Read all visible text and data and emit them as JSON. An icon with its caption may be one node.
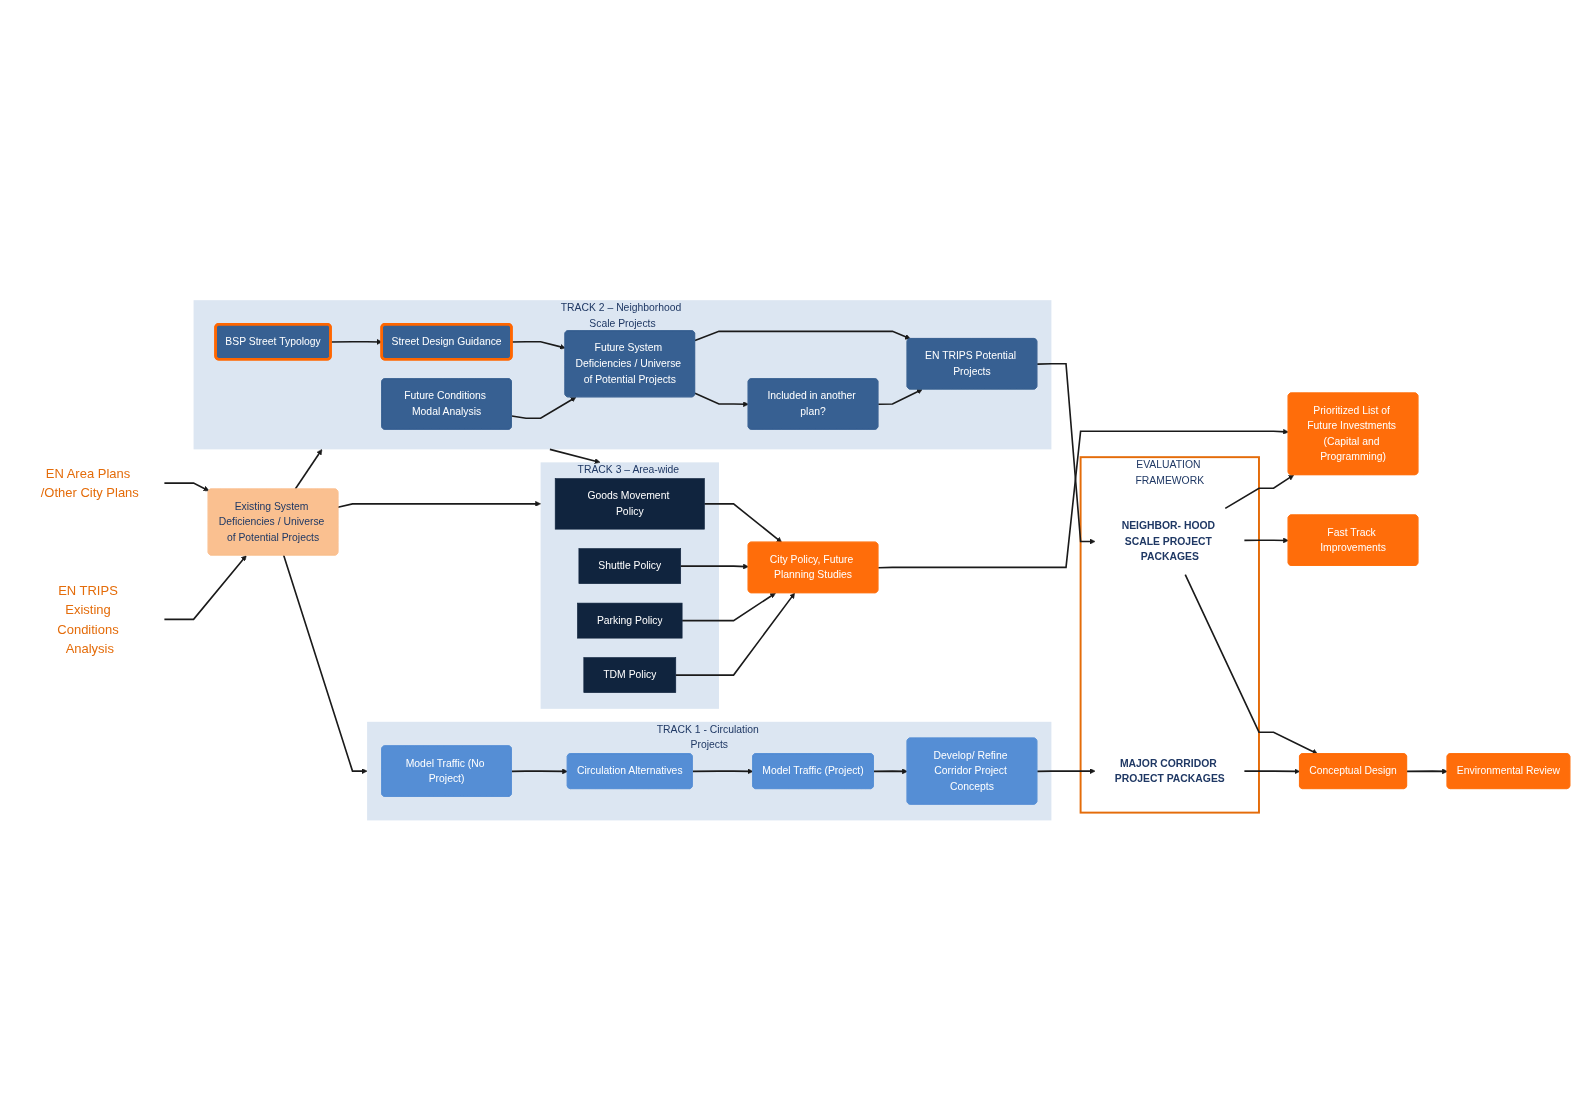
{
  "diagram": {
    "nodes": [
      {
        "text": [
          "EN TRIPS Existing Conditions Analysis"
        ]
      },
      {
        "text": [
          "Existing System Deficiencies / Universe of Potential Projects"
        ]
      },
      {
        "text": [
          "EN Area Plans /Other City Plans"
        ]
      },
      {
        "text": [
          "TRACK 1 - Circulation Projects"
        ]
      },
      {
        "text": [
          "Model Traffic (No Project)"
        ],
        "in": 3
      },
      {
        "text": [
          "Circulation Alternatives"
        ],
        "in": 3
      },
      {
        "text": [
          "Model Traffic (Project)"
        ],
        "in": 3
      },
      {
        "text": [
          "Develop/ Refine Corridor Project Concepts"
        ],
        "in": 3
      },
      {
        "text": [
          "EVALUATION FRAMEWORK"
        ]
      },
      {
        "text": [
          "MAJOR CORRIDOR PROJECT PACKAGES"
        ],
        "in": 8
      },
      {
        "text": [
          "NEIGHBOR- HOOD SCALE PROJECT PACKAGES"
        ],
        "in": 8
      },
      {
        "text": [
          "Conceptual Design"
        ]
      },
      {
        "text": [
          "Environmental Review"
        ]
      },
      {
        "text": [
          "TRACK 2 – Neighborhood Scale Projects"
        ]
      },
      {
        "text": [
          "Future Conditions Modal Analysis"
        ],
        "in": 13
      },
      {
        "text": [
          "Future System Deficiencies / Universe of Potential Projects"
        ],
        "in": 13
      },
      {
        "text": [
          "Included in another plan?"
        ],
        "in": 13
      },
      {
        "text": [
          "BSP Street Typology"
        ],
        "in": 13
      },
      {
        "text": [
          "Street Design Guidance"
        ],
        "in": 13
      },
      {
        "text": [
          "EN TRIPS Potential Projects"
        ],
        "in": 13
      },
      {
        "text": [
          "Fast Track Improvements"
        ]
      },
      {
        "text": [
          "Prioritized List of Future Investments (Capital and Programming)"
        ]
      },
      {
        "text": [
          "TRACK 3 – Area-wide Policy"
        ]
      },
      {
        "text": [
          "Goods Movement Policy"
        ],
        "in": 22
      },
      {
        "text": [
          "Shuttle Policy"
        ],
        "in": 22
      },
      {
        "text": [
          "Parking Policy"
        ],
        "in": 22
      },
      {
        "text": [
          "TDM Policy"
        ],
        "in": 22
      },
      {
        "text": [
          "City Policy, Future Planning Studies"
        ]
      }
    ],
    "edges": [
      {
        "from": 0,
        "to": 1,
        "arrow": "to"
      },
      {
        "from": 2,
        "to": 1,
        "arrow": "to"
      },
      {
        "from": 1,
        "to": 3,
        "arrow": "to"
      },
      {
        "from": 1,
        "to": 13,
        "arrow": "to"
      },
      {
        "from": 1,
        "to": 22,
        "arrow": "to"
      },
      {
        "from": 4,
        "to": 5,
        "arrow": "to"
      },
      {
        "from": 5,
        "to": 6,
        "arrow": "to"
      },
      {
        "from": 6,
        "to": 7,
        "arrow": "to"
      },
      {
        "from": 7,
        "to": 9,
        "arrow": "to"
      },
      {
        "from": 9,
        "to": 11,
        "arrow": "to"
      },
      {
        "from": 11,
        "to": 12,
        "arrow": "to"
      },
      {
        "from": 14,
        "to": 15,
        "arrow": "to"
      },
      {
        "from": 15,
        "to": 16,
        "arrow": "to"
      },
      {
        "from": 15,
        "to": 19,
        "arrow": "to"
      },
      {
        "from": 16,
        "to": 19,
        "arrow": "to"
      },
      {
        "from": 17,
        "to": 18,
        "arrow": "to"
      },
      {
        "from": 18,
        "to": 15,
        "arrow": "to"
      },
      {
        "from": 19,
        "to": 10,
        "arrow": "to"
      },
      {
        "from": 10,
        "to": 11,
        "arrow": "to"
      },
      {
        "from": 10,
        "to": 20,
        "arrow": "to"
      },
      {
        "from": 10,
        "to": 21,
        "arrow": "to"
      },
      {
        "from": 13,
        "to": 22,
        "arrow": "to"
      },
      {
        "from": 23,
        "to": 27,
        "arrow": "to"
      },
      {
        "from": 24,
        "to": 27,
        "arrow": "to"
      },
      {
        "from": 25,
        "to": 27,
        "arrow": "to"
      },
      {
        "from": 26,
        "to": 27,
        "arrow": "to"
      },
      {
        "from": 27,
        "to": 21,
        "arrow": "to"
      }
    ]
  }
}
